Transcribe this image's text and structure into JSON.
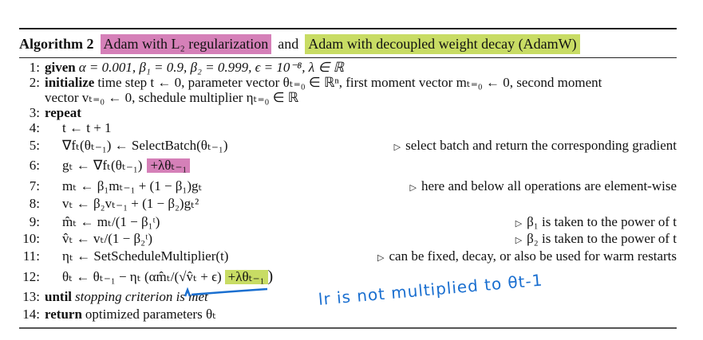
{
  "header": {
    "label": "Algorithm 2",
    "title_l2": "Adam with L₂ regularization",
    "connector": "and",
    "title_adamw": "Adam with decoupled weight decay (AdamW)"
  },
  "colors": {
    "pink": "#d580b8",
    "green": "#c8dc64",
    "annotation": "#1a6fd0"
  },
  "lines": [
    {
      "num": "1:",
      "kw": "given",
      "text": "α = 0.001, β₁ = 0.9, β₂ = 0.999, ϵ = 10⁻⁸, λ ∈ ℝ"
    },
    {
      "num": "2:",
      "kw": "initialize",
      "text": "time step t ← 0, parameter vector θₜ₌₀ ∈ ℝⁿ, first moment vector mₜ₌₀ ← 0, second moment"
    },
    {
      "num": "",
      "text": "vector vₜ₌₀ ← 0, schedule multiplier ηₜ₌₀ ∈ ℝ"
    },
    {
      "num": "3:",
      "kw": "repeat"
    },
    {
      "num": "4:",
      "text": "t ← t + 1"
    },
    {
      "num": "5:",
      "text": "∇fₜ(θₜ₋₁) ← SelectBatch(θₜ₋₁)",
      "comment": "select batch and return the corresponding gradient"
    },
    {
      "num": "6:",
      "text": "gₜ ← ∇fₜ(θₜ₋₁)",
      "highlight": "+λθₜ₋₁"
    },
    {
      "num": "7:",
      "text": "mₜ ← β₁mₜ₋₁ + (1 − β₁)gₜ",
      "comment": "here and below all operations are element-wise"
    },
    {
      "num": "8:",
      "text": "vₜ ← β₂vₜ₋₁ + (1 − β₂)gₜ²"
    },
    {
      "num": "9:",
      "text": "m̂ₜ ← mₜ/(1 − β₁ᵗ)",
      "comment": "β₁ is taken to the power of t"
    },
    {
      "num": "10:",
      "text": "v̂ₜ ← vₜ/(1 − β₂ᵗ)",
      "comment": "β₂ is taken to the power of t"
    },
    {
      "num": "11:",
      "text": "ηₜ ← SetScheduleMultiplier(t)",
      "comment": "can be fixed, decay, or also be used for warm restarts"
    },
    {
      "num": "12:",
      "text": "θₜ ← θₜ₋₁ − ηₜ (αm̂ₜ/(√v̂ₜ + ϵ)",
      "highlight": "+λθₜ₋₁",
      "tail": ")"
    },
    {
      "num": "13:",
      "kw": "until",
      "text": "stopping criterion is met"
    },
    {
      "num": "14:",
      "kw": "return",
      "text": "optimized parameters θₜ"
    }
  ],
  "annotation": "lr is not multiplied to θt-1"
}
